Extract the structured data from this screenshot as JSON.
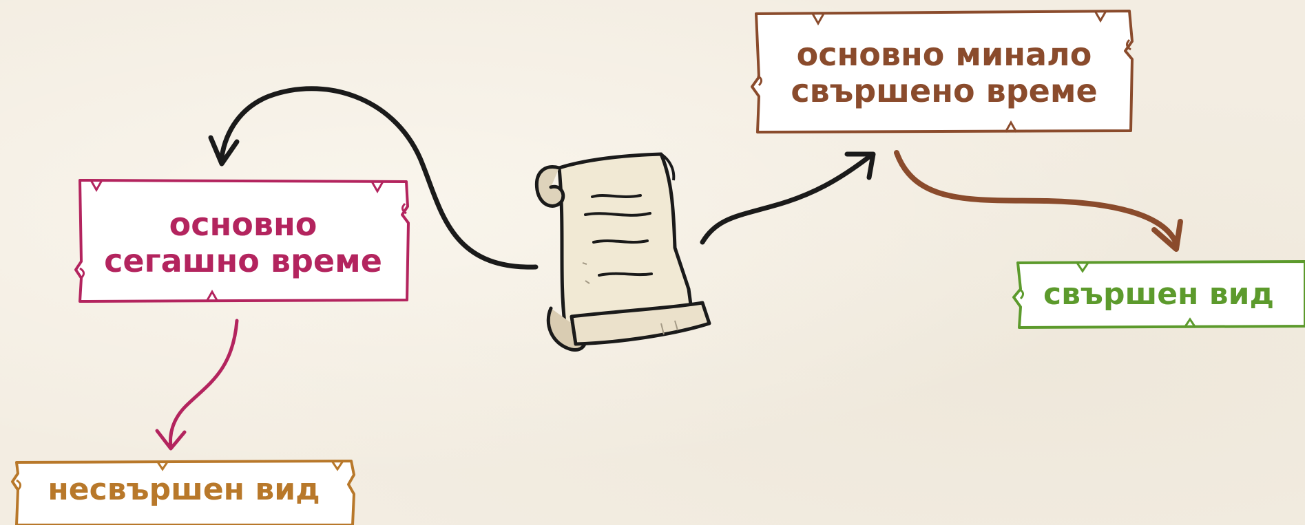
{
  "nodes": {
    "center_document": {
      "icon": "scroll-icon"
    },
    "present": {
      "label_line1": "основно",
      "label_line2": "сегашно време",
      "color": "#b3245e"
    },
    "imperfective": {
      "label": "несвършен вид",
      "color": "#b8782a"
    },
    "past": {
      "label_line1": "основно минало",
      "label_line2": "свършено време",
      "color": "#8a4b2c"
    },
    "perfective": {
      "label": "свършен вид",
      "color": "#5c9a2c"
    }
  },
  "edges": [
    {
      "from": "center_document",
      "to": "present",
      "color": "#1a1a1a"
    },
    {
      "from": "center_document",
      "to": "past",
      "color": "#1a1a1a"
    },
    {
      "from": "present",
      "to": "imperfective",
      "color": "#b3245e"
    },
    {
      "from": "past",
      "to": "perfective",
      "color": "#8a4b2c"
    }
  ]
}
